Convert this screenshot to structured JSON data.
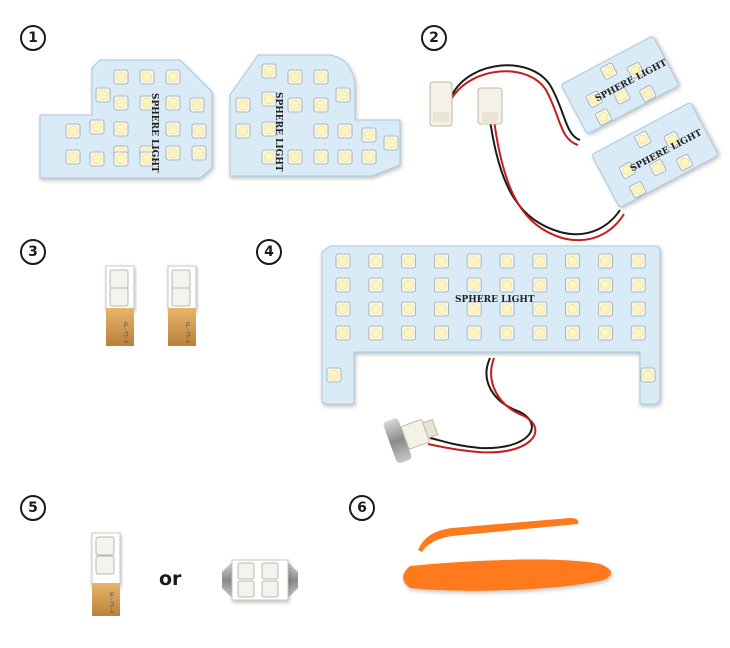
{
  "items": [
    {
      "number": "1",
      "brand": "SPHERE LIGHT"
    },
    {
      "number": "2",
      "brand": "SPHERE LIGHT"
    },
    {
      "number": "3",
      "code": "GL-T5-4"
    },
    {
      "number": "4",
      "brand": "SPHERE LIGHT"
    },
    {
      "number": "5",
      "code": "GL-T5-4"
    },
    {
      "number": "6"
    }
  ],
  "or_label": "or",
  "colors": {
    "board": "#d9ebf6",
    "board_edge": "#aac7dc",
    "led_body": "#f4f4ee",
    "led_core": "#fff6b8",
    "wire_red": "#c61c1c",
    "wire_black": "#1a1a1a",
    "tool_orange": "#ff7a1a"
  }
}
